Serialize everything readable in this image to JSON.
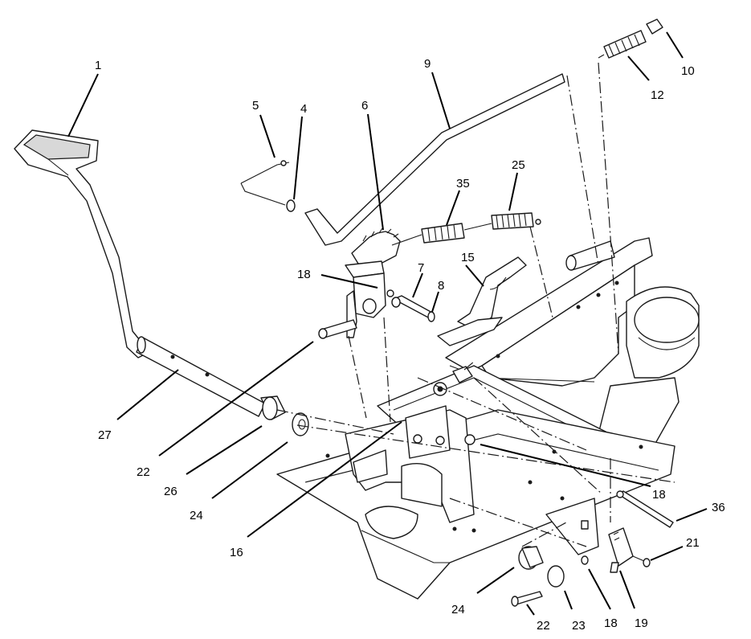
{
  "callouts": [
    {
      "id": "c1",
      "label": "1"
    },
    {
      "id": "c5",
      "label": "5"
    },
    {
      "id": "c4",
      "label": "4"
    },
    {
      "id": "c6",
      "label": "6"
    },
    {
      "id": "c9",
      "label": "9"
    },
    {
      "id": "c35",
      "label": "35"
    },
    {
      "id": "c25",
      "label": "25"
    },
    {
      "id": "c10",
      "label": "10"
    },
    {
      "id": "c12",
      "label": "12"
    },
    {
      "id": "c18a",
      "label": "18"
    },
    {
      "id": "c7",
      "label": "7"
    },
    {
      "id": "c8",
      "label": "8"
    },
    {
      "id": "c15",
      "label": "15"
    },
    {
      "id": "c27",
      "label": "27"
    },
    {
      "id": "c22a",
      "label": "22"
    },
    {
      "id": "c26",
      "label": "26"
    },
    {
      "id": "c24a",
      "label": "24"
    },
    {
      "id": "c16",
      "label": "16"
    },
    {
      "id": "c18b",
      "label": "18"
    },
    {
      "id": "c36",
      "label": "36"
    },
    {
      "id": "c21",
      "label": "21"
    },
    {
      "id": "c24b",
      "label": "24"
    },
    {
      "id": "c22b",
      "label": "22"
    },
    {
      "id": "c23",
      "label": "23"
    },
    {
      "id": "c18c",
      "label": "18"
    },
    {
      "id": "c19",
      "label": "19"
    }
  ]
}
